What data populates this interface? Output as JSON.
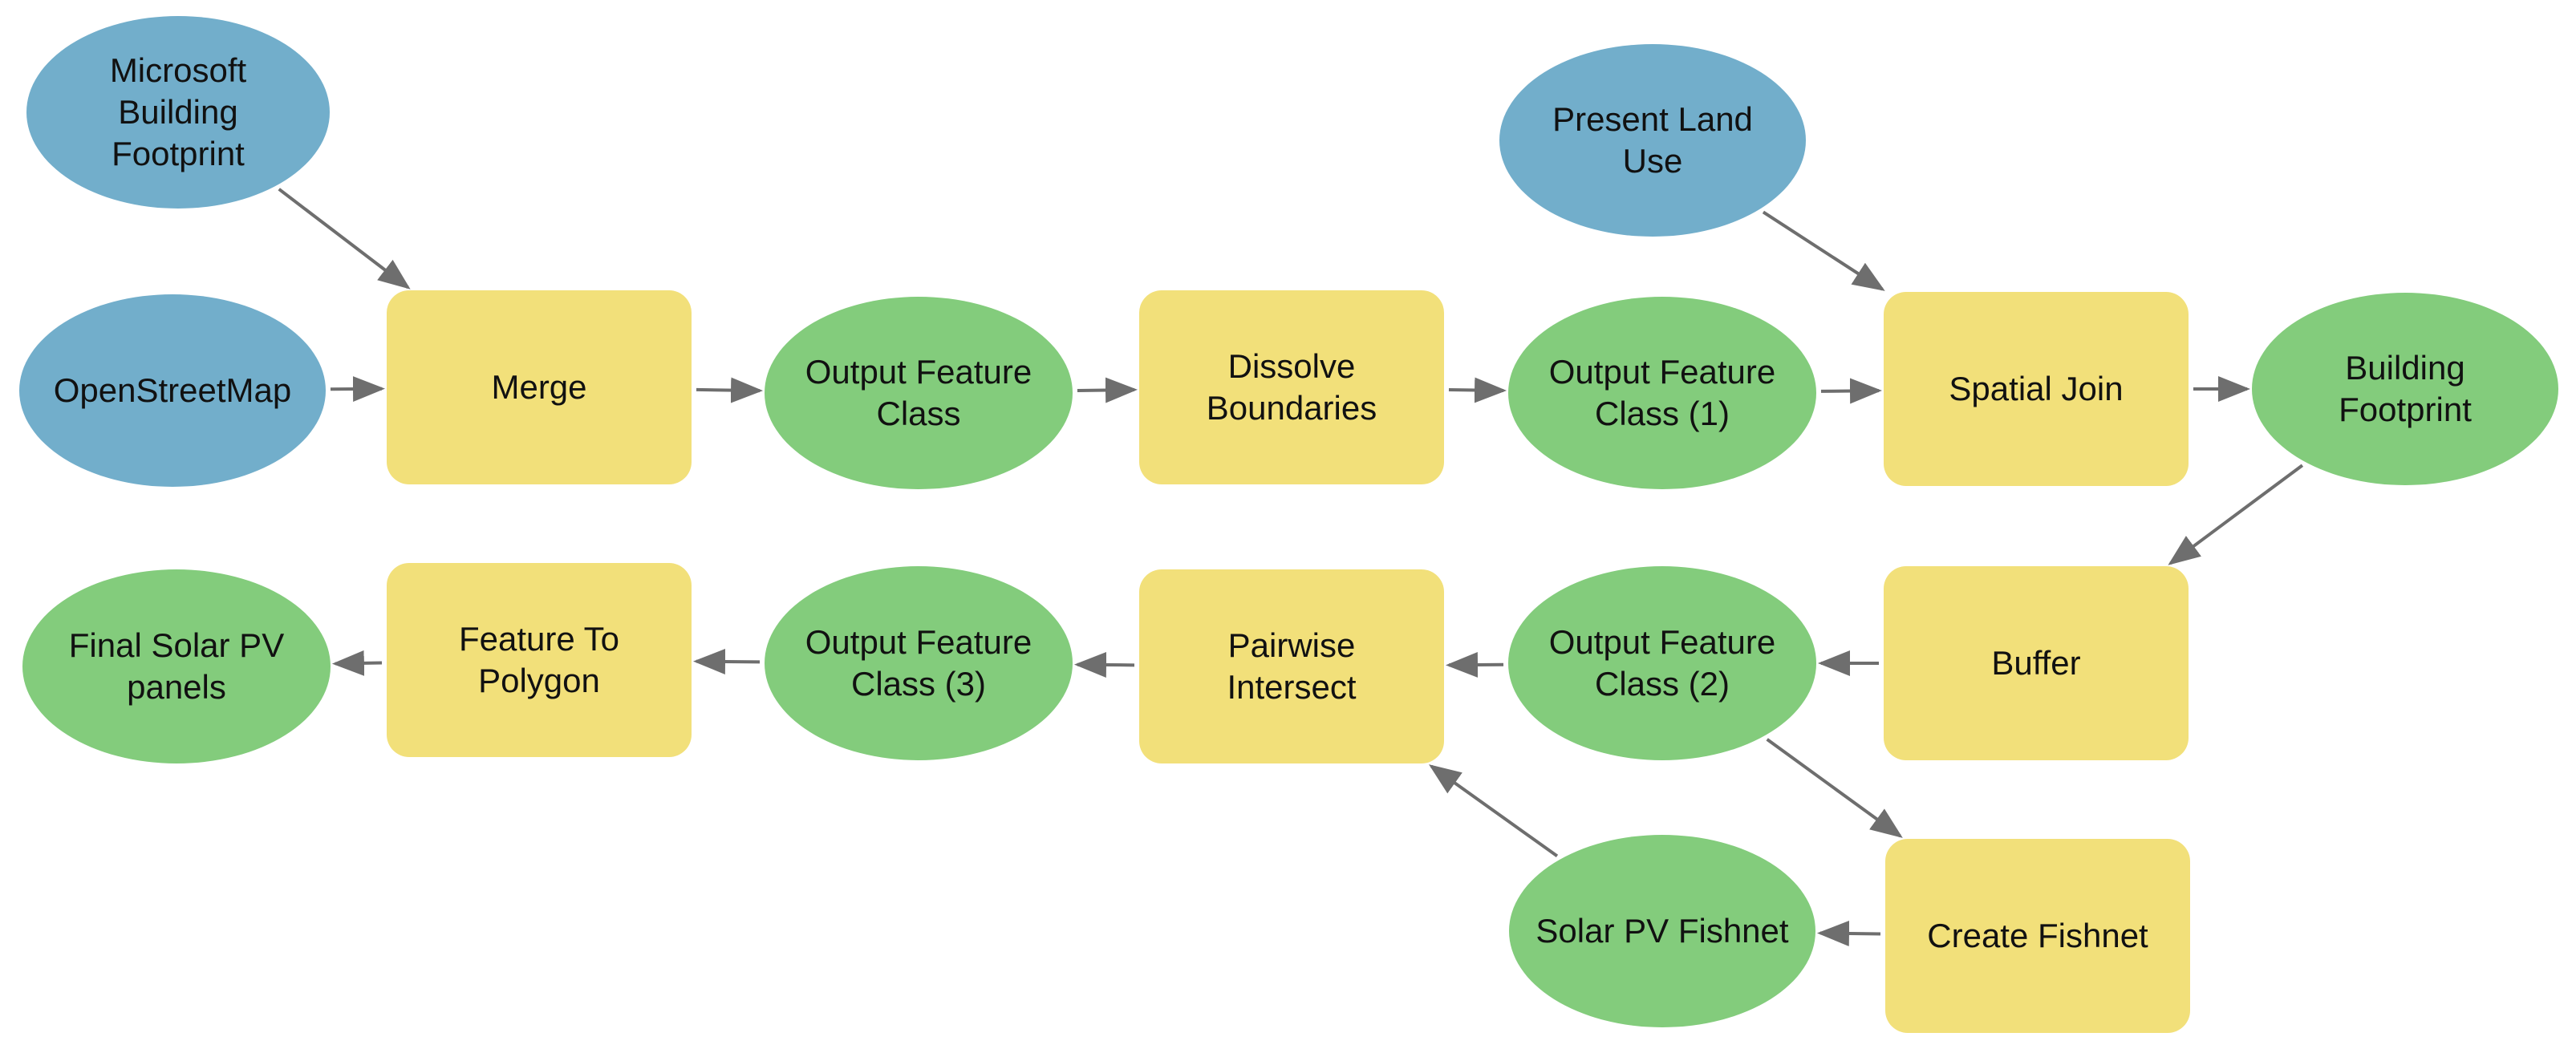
{
  "colors": {
    "input_data": "#72AECB",
    "derived_data": "#83CC7C",
    "tool": "#F2E07A",
    "connector": "#6e6e6e"
  },
  "nodes": {
    "microsoft_building_footprint": {
      "label": "Microsoft\nBuilding\nFootprint",
      "kind": "input_data"
    },
    "openstreetmap": {
      "label": "OpenStreetMap",
      "kind": "input_data"
    },
    "present_land_use": {
      "label": "Present Land\nUse",
      "kind": "input_data"
    },
    "merge": {
      "label": "Merge",
      "kind": "tool"
    },
    "output_feature_class": {
      "label": "Output Feature\nClass",
      "kind": "derived_data"
    },
    "dissolve_boundaries": {
      "label": "Dissolve\nBoundaries",
      "kind": "tool"
    },
    "output_feature_class_1": {
      "label": "Output Feature\nClass (1)",
      "kind": "derived_data"
    },
    "spatial_join": {
      "label": "Spatial Join",
      "kind": "tool"
    },
    "building_footprint": {
      "label": "Building\nFootprint",
      "kind": "derived_data"
    },
    "buffer": {
      "label": "Buffer",
      "kind": "tool"
    },
    "output_feature_class_2": {
      "label": "Output Feature\nClass (2)",
      "kind": "derived_data"
    },
    "pairwise_intersect": {
      "label": "Pairwise\nIntersect",
      "kind": "tool"
    },
    "output_feature_class_3": {
      "label": "Output Feature\nClass (3)",
      "kind": "derived_data"
    },
    "feature_to_polygon": {
      "label": "Feature To\nPolygon",
      "kind": "tool"
    },
    "final_solar_pv_panels": {
      "label": "Final Solar PV\npanels",
      "kind": "derived_data"
    },
    "create_fishnet": {
      "label": "Create Fishnet",
      "kind": "tool"
    },
    "solar_pv_fishnet": {
      "label": "Solar PV Fishnet",
      "kind": "derived_data"
    }
  },
  "edges": [
    {
      "from": "microsoft_building_footprint",
      "to": "merge"
    },
    {
      "from": "openstreetmap",
      "to": "merge"
    },
    {
      "from": "merge",
      "to": "output_feature_class"
    },
    {
      "from": "output_feature_class",
      "to": "dissolve_boundaries"
    },
    {
      "from": "dissolve_boundaries",
      "to": "output_feature_class_1"
    },
    {
      "from": "output_feature_class_1",
      "to": "spatial_join"
    },
    {
      "from": "present_land_use",
      "to": "spatial_join"
    },
    {
      "from": "spatial_join",
      "to": "building_footprint"
    },
    {
      "from": "building_footprint",
      "to": "buffer"
    },
    {
      "from": "buffer",
      "to": "output_feature_class_2"
    },
    {
      "from": "output_feature_class_2",
      "to": "pairwise_intersect"
    },
    {
      "from": "output_feature_class_2",
      "to": "create_fishnet"
    },
    {
      "from": "create_fishnet",
      "to": "solar_pv_fishnet"
    },
    {
      "from": "solar_pv_fishnet",
      "to": "pairwise_intersect"
    },
    {
      "from": "pairwise_intersect",
      "to": "output_feature_class_3"
    },
    {
      "from": "output_feature_class_3",
      "to": "feature_to_polygon"
    },
    {
      "from": "feature_to_polygon",
      "to": "final_solar_pv_panels"
    }
  ]
}
